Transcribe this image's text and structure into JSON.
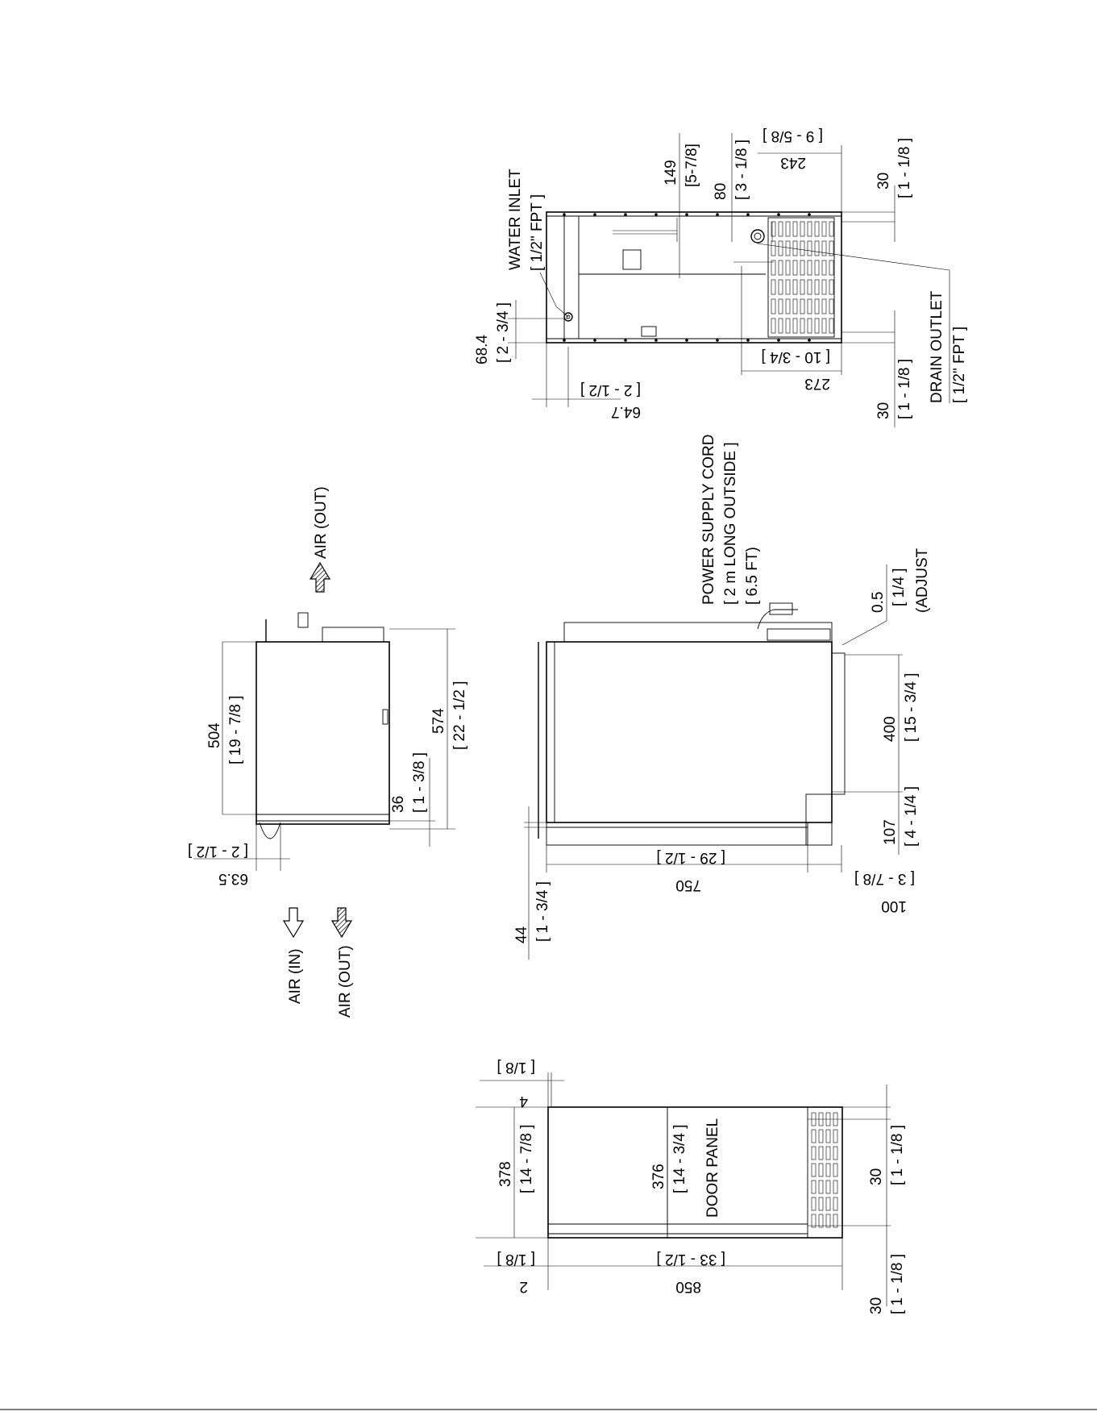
{
  "labels": {
    "water_inlet": "WATER INLET",
    "water_inlet_size": "[ 1/2\" FPT ]",
    "drain_outlet": "DRAIN OUTLET",
    "drain_outlet_size": "[ 1/2\" FPT ]",
    "power_cord": "POWER SUPPLY CORD",
    "power_cord_len": "[ 2 m LONG OUTSIDE ]",
    "power_cord_ft": "[ 6.5 FT)",
    "air_out": "AIR (OUT)",
    "air_in": "AIR (IN)",
    "door_panel": "DOOR PANEL",
    "adjust": "(ADJUST"
  },
  "dims": {
    "d149": "149",
    "d149_in": "[5-7/8]",
    "d80": "80",
    "d80_in": "[ 3 - 1/8 ]",
    "d243": "243",
    "d243_in": "[ 9 - 5/8 ]",
    "d30a": "30",
    "d30a_in": "[ 1 - 1/8 ]",
    "d68": "68.4",
    "d68_in": "[ 2 - 3/4 ]",
    "d64": "64.7",
    "d64_in": "[ 2 - 1/2 ]",
    "d273": "273",
    "d273_in": "[ 10 - 3/4 ]",
    "d30b": "30",
    "d30b_in": "[ 1 - 1/8 ]",
    "d504": "504",
    "d504_in": "[ 19 - 7/8 ]",
    "d574": "574",
    "d574_in": "[ 22 - 1/2 ]",
    "d36": "36",
    "d36_in": "[ 1 - 3/8 ]",
    "d63": "63.5",
    "d63_in": "[ 2 - 1/2 ]",
    "d05": "0.5",
    "d05_in": "[ 1/4 ]",
    "d400": "400",
    "d400_in": "[ 15 - 3/4 ]",
    "d107": "107",
    "d107_in": "[ 4 - 1/4 ]",
    "d750": "750",
    "d750_in": "[ 29 - 1/2 ]",
    "d100": "100",
    "d100_in": "[ 3 - 7/8 ]",
    "d44": "44",
    "d44_in": "[ 1 - 3/4 ]",
    "d4": "4",
    "d4_in": "[ 1/8 ]",
    "d378": "378",
    "d378_in": "[ 14 - 7/8 ]",
    "d376": "376",
    "d376_in": "[ 14 - 3/4 ]",
    "d2": "2",
    "d2_in": "[ 1/8 ]",
    "d850": "850",
    "d850_in": "[ 33 - 1/2 ]",
    "d30c": "30",
    "d30c_in": "[ 1 - 1/8 ]",
    "d30d": "30",
    "d30d_in": "[ 1 - 1/8 ]"
  }
}
